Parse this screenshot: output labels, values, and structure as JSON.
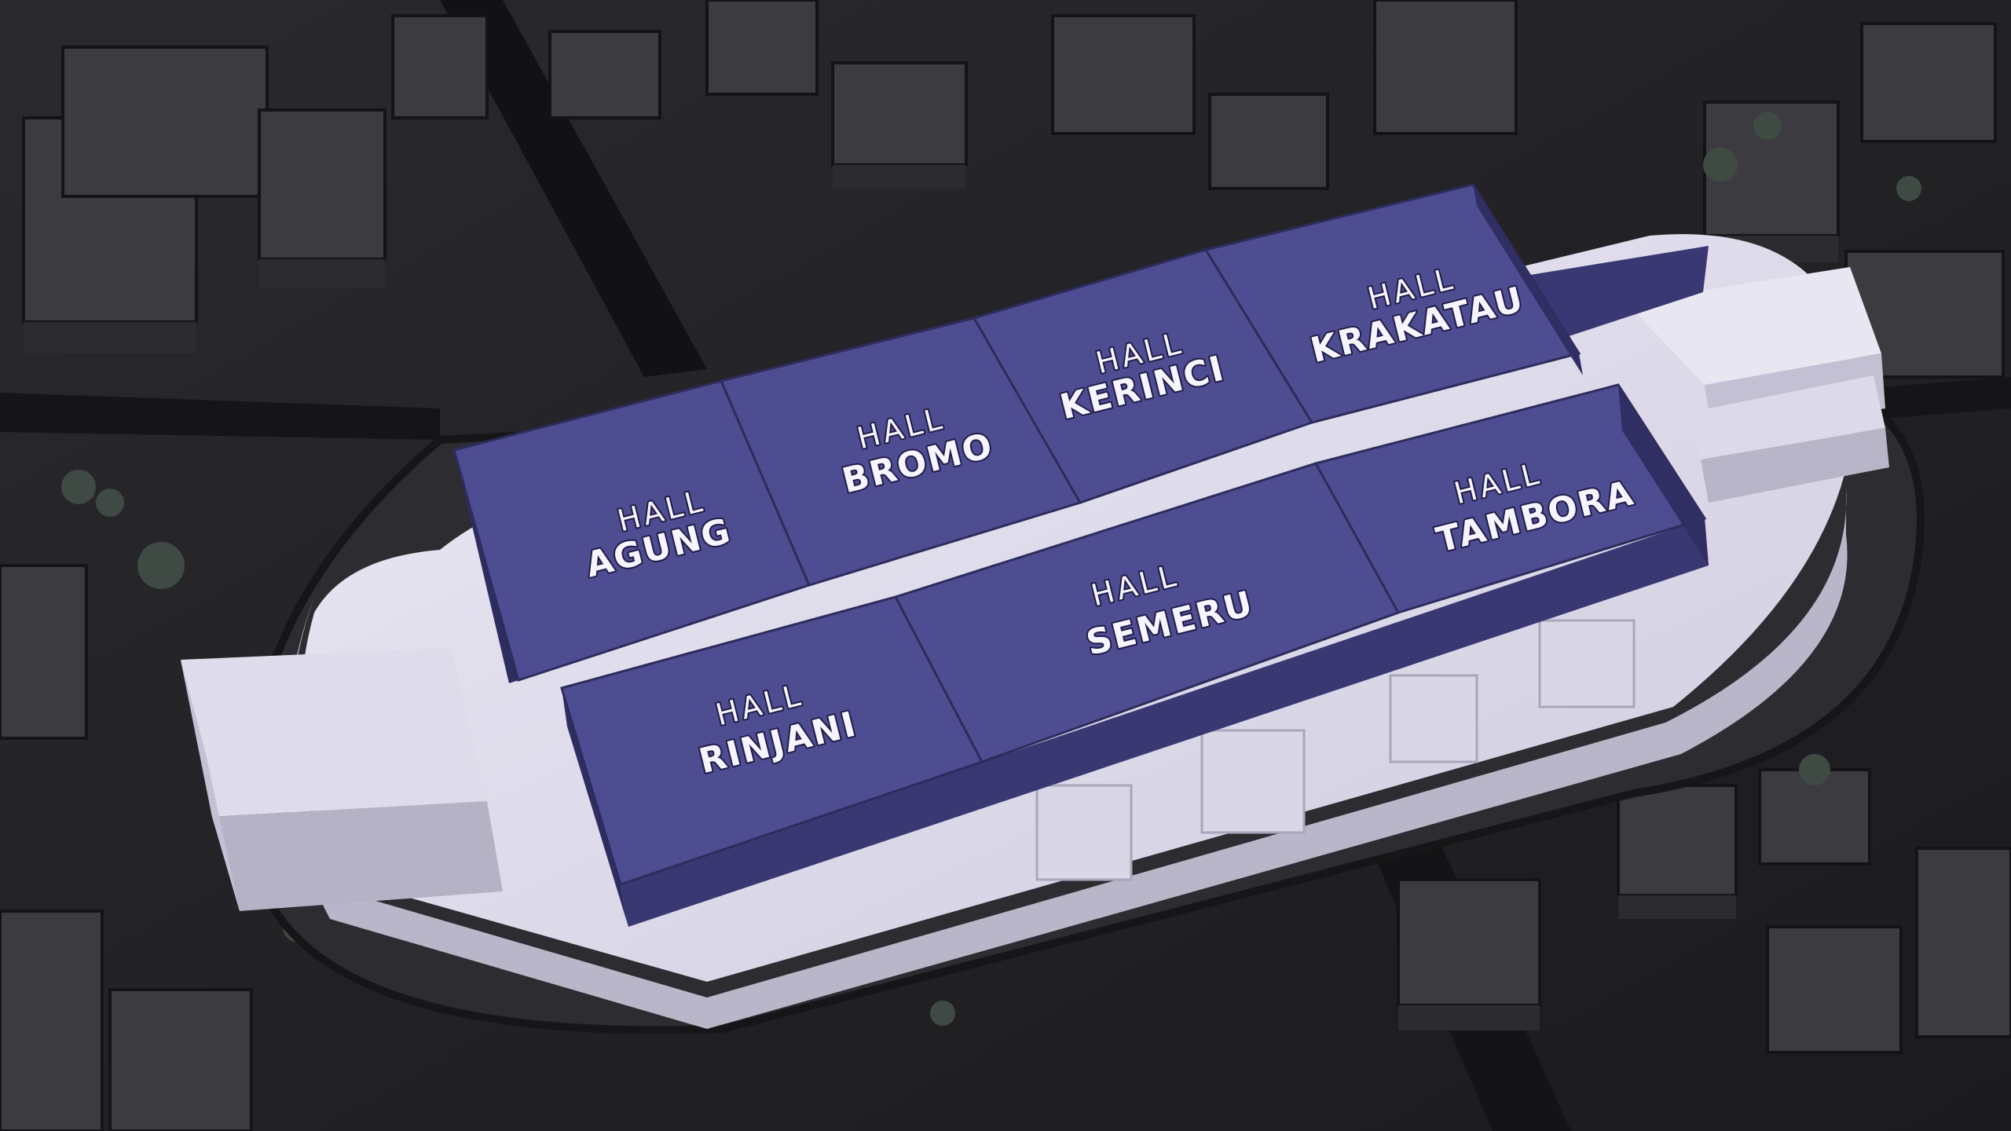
{
  "colors": {
    "hall_top": "#4f4d91",
    "hall_front": "#3a3873",
    "hall_side": "#2f2d60",
    "podium": "#d4d1e3",
    "podium_front": "#b9b6c9",
    "city_ground": "#232326",
    "label_text": "#f6f4ff"
  },
  "map": {
    "halls": [
      {
        "id": "agung",
        "prefix": "HALL",
        "name": "AGUNG"
      },
      {
        "id": "bromo",
        "prefix": "HALL",
        "name": "BROMO"
      },
      {
        "id": "kerinci",
        "prefix": "HALL",
        "name": "KERINCI"
      },
      {
        "id": "krakatau",
        "prefix": "HALL",
        "name": "KRAKATAU"
      },
      {
        "id": "rinjani",
        "prefix": "HALL",
        "name": "RINJANI"
      },
      {
        "id": "semeru",
        "prefix": "HALL",
        "name": "SEMERU"
      },
      {
        "id": "tambora",
        "prefix": "HALL",
        "name": "TAMBORA"
      }
    ]
  }
}
